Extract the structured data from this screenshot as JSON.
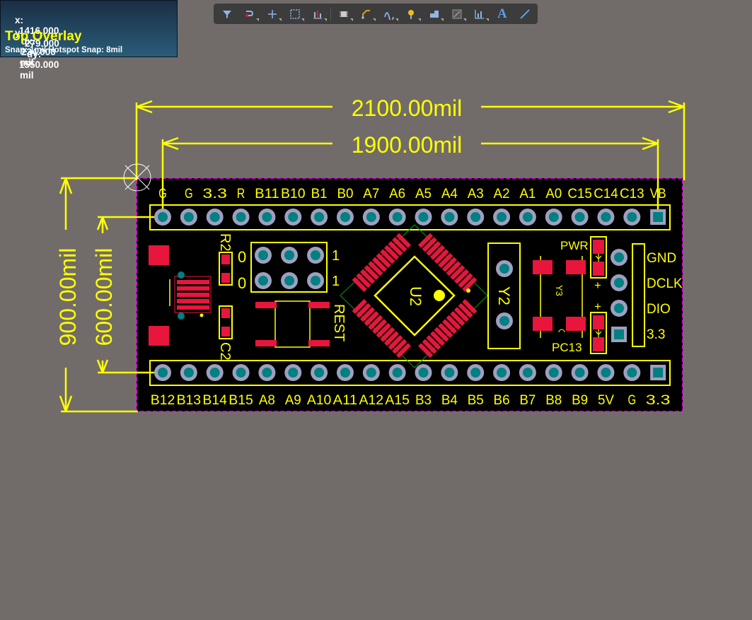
{
  "hud": {
    "x_label": "x:",
    "x_value": "1416.000",
    "dx_label": "dx:",
    "dx_value": "234.000",
    "unit1": "mil",
    "y_label": "y:",
    "y_value": "279.000",
    "dy_label": "dy:",
    "dy_value": "1550.000",
    "unit2": "mil",
    "layer": "Top Overlay",
    "snap": "Snap: 1mil Hotspot Snap: 8mil"
  },
  "toolbar": {
    "tools": [
      "filter-icon",
      "interactive-routing-icon",
      "place-line-icon",
      "select-area-icon",
      "align-icon",
      "component-icon",
      "routing-icon",
      "diff-pair-icon",
      "via-icon",
      "fill-icon",
      "polygon-icon",
      "chart-icon",
      "text-icon",
      "line-icon"
    ],
    "text_tool_glyph": "A"
  },
  "dimensions": {
    "width_outer": "2100.00mil",
    "width_inner": "1900.00mil",
    "height_outer": "900.00mil",
    "height_inner": "600.00mil"
  },
  "board": {
    "top_pins": [
      "G",
      "G",
      "3.3",
      "R",
      "B11",
      "B10",
      "B1",
      "B0",
      "A7",
      "A6",
      "A5",
      "A4",
      "A3",
      "A2",
      "A1",
      "A0",
      "C15",
      "C14",
      "C13",
      "VB"
    ],
    "bottom_pins": [
      "B12",
      "B13",
      "B14",
      "B15",
      "A8",
      "A9",
      "A10",
      "A11",
      "A12",
      "A15",
      "B3",
      "B4",
      "B5",
      "B6",
      "B7",
      "B8",
      "B9",
      "5V",
      "G",
      "3.3"
    ],
    "right_pins": [
      "GND",
      "DCLK",
      "DIO",
      "3.3"
    ],
    "labels": {
      "r2": "R2",
      "c2": "C2",
      "boot_left_top": "0",
      "boot_left_bottom": "0",
      "boot_right_top": "1",
      "boot_right_bottom": "1",
      "reset": "REST",
      "mcu": "U2",
      "crystal": "Y2",
      "crystal2": "Y3",
      "pwr": "PWR",
      "pc13": "PC13",
      "plus1": "+",
      "plus2": "+"
    }
  },
  "colors": {
    "background": "#716c6a",
    "board": "#000000",
    "overlay": "#ffff00",
    "pad": "#e8163c",
    "via": "#008080",
    "outline": "#ff00ff"
  }
}
